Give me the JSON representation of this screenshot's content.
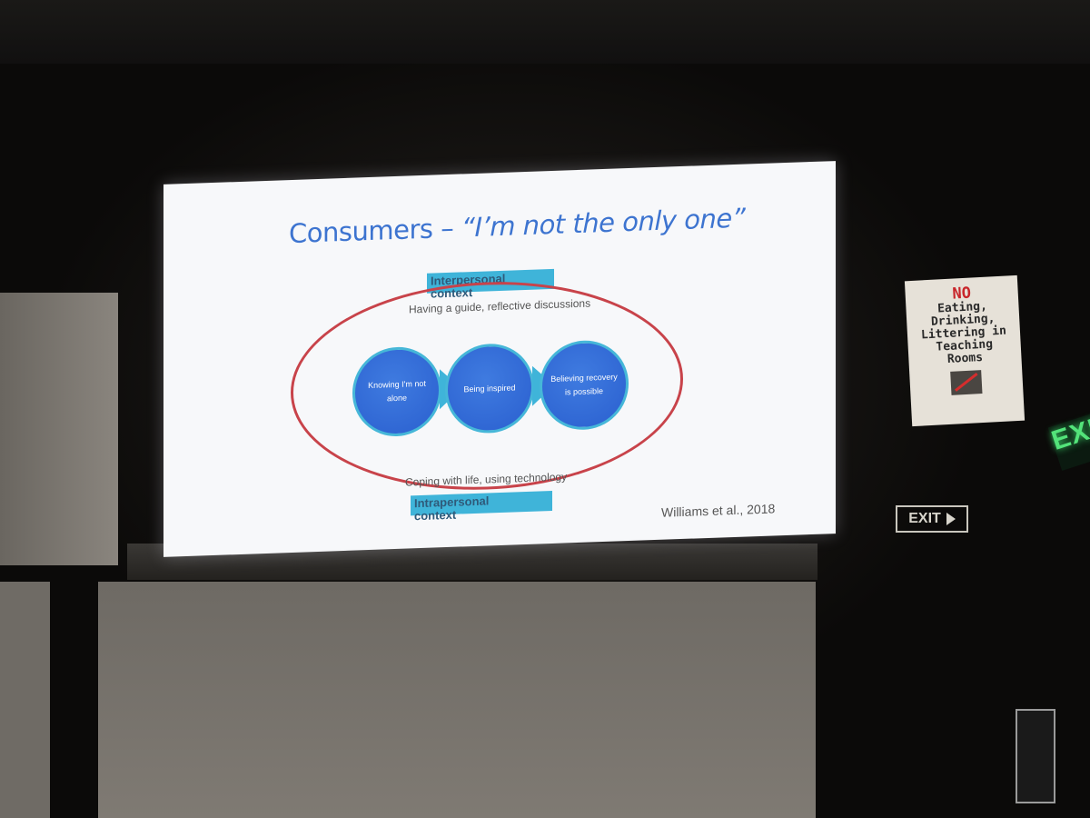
{
  "slide": {
    "title_plain": "Consumers – ",
    "title_quote": "“I’m not the only one”",
    "top_label": "Interpersonal\ncontext",
    "top_desc": "Having a guide, reflective discussions",
    "bottom_desc": "Coping with life, using technology",
    "bottom_label": "Intrapersonal\ncontext",
    "steps": [
      "Knowing I'm not alone",
      "Being inspired",
      "Believing recovery is possible"
    ],
    "citation": "Williams et al., 2018",
    "colors": {
      "title": "#3d74d0",
      "ellipse": "#c8434a",
      "circle": "#2f67d6",
      "label_box": "#3fb4d9"
    }
  },
  "sign": {
    "no": "NO",
    "text": "Eating,\nDrinking,\nLittering in\nTeaching\nRooms",
    "icon": "no-food-icon"
  },
  "exit_sign_green": "EXIT",
  "exit_sign_small": "EXIT"
}
